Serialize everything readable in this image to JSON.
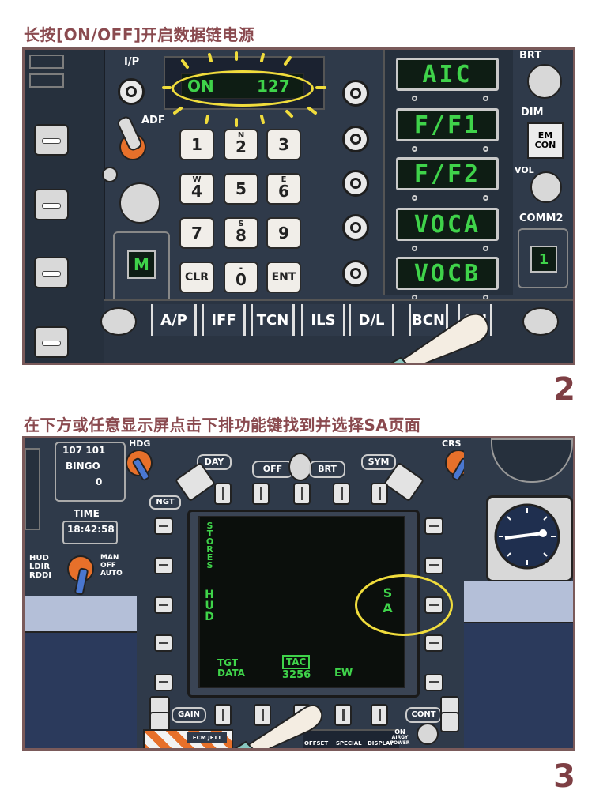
{
  "step2": {
    "caption": "长按[ON/OFF]开启数据链电源",
    "number": "2",
    "ufc": {
      "display_left": "ON",
      "display_right": "127",
      "io_label": "I/P",
      "adf_label": "ADF",
      "keypad": [
        {
          "main": "1",
          "sub": ""
        },
        {
          "main": "2",
          "sub": "N"
        },
        {
          "main": "3",
          "sub": ""
        },
        {
          "main": "4",
          "sub": "W"
        },
        {
          "main": "5",
          "sub": ""
        },
        {
          "main": "6",
          "sub": "E"
        },
        {
          "main": "7",
          "sub": ""
        },
        {
          "main": "8",
          "sub": "S"
        },
        {
          "main": "9",
          "sub": ""
        },
        {
          "main": "CLR",
          "sub": ""
        },
        {
          "main": "0",
          "sub": "-"
        },
        {
          "main": "ENT",
          "sub": ""
        }
      ],
      "m_indicator": "M",
      "option_displays": [
        "AIC",
        "F/F1",
        "F/F2",
        "VOCA",
        "VOCB"
      ],
      "right_labels": {
        "brt": "BRT",
        "dim": "DIM",
        "em_con_line1": "EM",
        "em_con_line2": "CON",
        "vol": "VOL",
        "comm2": "COMM2",
        "comm2_value": "1"
      },
      "function_buttons": [
        "A/P",
        "IFF",
        "TCN",
        "ILS",
        "D/L",
        "BCN",
        "ON"
      ]
    }
  },
  "step3": {
    "caption": "在下方或任意显示屏点击下排功能键找到并选择SA页面",
    "number": "3",
    "left_panel": {
      "fuel_line1": "107 101",
      "fuel_line2": "BINGO",
      "fuel_line3": "0",
      "time_label": "TIME",
      "time_value": "18:42:58",
      "mode_labels": [
        "HUD",
        "LDIR",
        "RDDI"
      ],
      "mode_right": [
        "MAN",
        "OFF",
        "AUTO"
      ]
    },
    "top_labels": {
      "hdg": "HDG",
      "day": "DAY",
      "off": "OFF",
      "brt": "BRT",
      "sym": "SYM",
      "crs": "CRS",
      "ngt": "NGT"
    },
    "mfd": {
      "stores": "STORES",
      "hud": "HUD",
      "sa": "SA",
      "tgt_data_line1": "TGT",
      "tgt_data_line2": "DATA",
      "tac": "TAC",
      "tac_value": "3256",
      "ew": "EW"
    },
    "bottom_labels": {
      "gain": "GAIN",
      "cont": "CONT",
      "ecm_jett": "ECM JETT",
      "offset": "OFFSET",
      "special": "SPECIAL",
      "display": "DISPLAY",
      "on_line1": "ON",
      "on_line2": "AIRGY",
      "on_line3": "POWER"
    }
  },
  "colors": {
    "caption": "#8a4a4f",
    "panel": "#2f3a4a",
    "green": "#3fd34a",
    "highlight": "#f0dc3c",
    "frame": "#7a5a5a"
  }
}
